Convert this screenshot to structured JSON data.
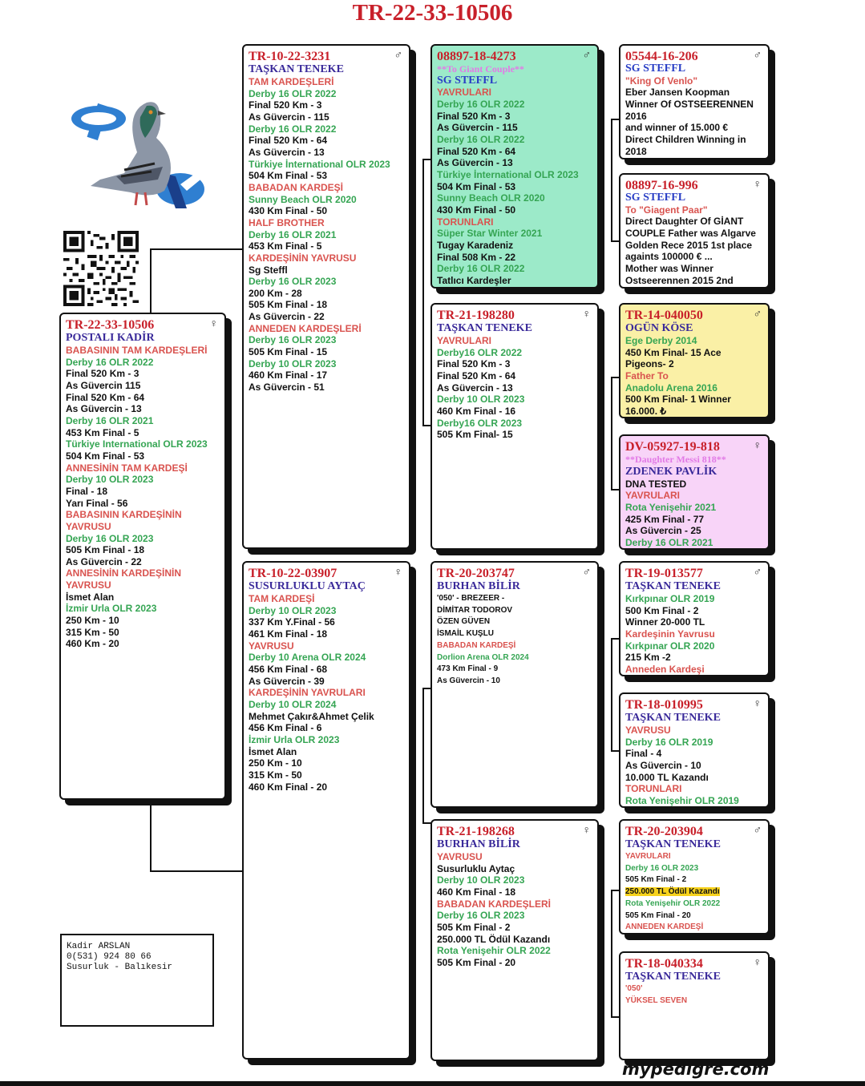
{
  "title": "TR-22-33-10506",
  "contact": [
    "Kadir ARSLAN",
    "0(531) 924 80 66",
    "Susurluk - Balıkesir"
  ],
  "footer": "mypedigre.com",
  "cards": [
    {
      "id": "subject",
      "ring": "TR-22-33-10506",
      "sex": "♀",
      "lines": [
        [
          "POSTALI KADİR",
          "blue"
        ],
        [
          "BABASININ TAM KARDEŞLERİ",
          "red"
        ],
        [
          "Derby 16 OLR 2022",
          "green"
        ],
        [
          "Final 520 Km - 3",
          "black"
        ],
        [
          "As Güvercin 115",
          "black"
        ],
        [
          "Final 520 Km - 64",
          "black"
        ],
        [
          "As Güvercin - 13",
          "black"
        ],
        [
          "Derby 16 OLR 2021",
          "green"
        ],
        [
          "453 Km Final - 5",
          "black"
        ],
        [
          "Türkiye International OLR 2023",
          "green"
        ],
        [
          "504 Km Final - 53",
          "black"
        ],
        [
          "ANNESİNİN TAM KARDEŞİ",
          "red"
        ],
        [
          "Derby 10 OLR 2023",
          "green"
        ],
        [
          "Final - 18",
          "black"
        ],
        [
          "Yarı Final - 56",
          "black"
        ],
        [
          "BABASININ KARDEŞİNİN",
          "red"
        ],
        [
          "YAVRUSU",
          "red"
        ],
        [
          "Derby 16 OLR 2023",
          "green"
        ],
        [
          "505 Km Final - 18",
          "black"
        ],
        [
          "As Güvercin - 22",
          "black"
        ],
        [
          "ANNESİNİN KARDEŞİNİN",
          "red"
        ],
        [
          "YAVRUSU",
          "red"
        ],
        [
          "İsmet Alan",
          "black"
        ],
        [
          "İzmir Urla OLR 2023",
          "green"
        ],
        [
          "250 Km - 10",
          "black"
        ],
        [
          "315 Km - 50",
          "black"
        ],
        [
          "460 Km - 20",
          "black"
        ]
      ]
    },
    {
      "id": "sire",
      "ring": "TR-10-22-3231",
      "sex": "♂",
      "lines": [
        [
          "TAŞKAN TENEKE",
          "blue"
        ],
        [
          "TAM KARDEŞLERİ",
          "red"
        ],
        [
          "Derby 16 OLR 2022",
          "green"
        ],
        [
          "Final 520 Km - 3",
          "black"
        ],
        [
          "As Güvercin - 115",
          "black"
        ],
        [
          "Derby 16 OLR 2022",
          "green"
        ],
        [
          "Final 520 Km - 64",
          "black"
        ],
        [
          "As Güvercin - 13",
          "black"
        ],
        [
          "Türkiye İnternational OLR 2023",
          "green"
        ],
        [
          "504 Km Final - 53",
          "black"
        ],
        [
          "BABADAN KARDEŞİ",
          "red"
        ],
        [
          "Sunny Beach OLR 2020",
          "green"
        ],
        [
          "430 Km Final - 50",
          "black"
        ],
        [
          "HALF BROTHER",
          "red"
        ],
        [
          "Derby 16 OLR 2021",
          "green"
        ],
        [
          "453 Km Final - 5",
          "black"
        ],
        [
          "KARDEŞİNİN YAVRUSU",
          "red"
        ],
        [
          "Sg Steffl",
          "black"
        ],
        [
          "Derby 16 OLR 2023",
          "green"
        ],
        [
          "200 Km - 28",
          "black"
        ],
        [
          "505 Km Final - 18",
          "black"
        ],
        [
          "As Güvercin - 22",
          "black"
        ],
        [
          "ANNEDEN KARDEŞLERİ",
          "red"
        ],
        [
          "Derby 16 OLR 2023",
          "green"
        ],
        [
          "505 Km Final - 15",
          "black"
        ],
        [
          "Derby 10 OLR 2023",
          "green"
        ],
        [
          "460 Km Final - 17",
          "black"
        ],
        [
          "As Güvercin - 51",
          "black"
        ]
      ]
    },
    {
      "id": "dam",
      "ring": "TR-10-22-03907",
      "sex": "♀",
      "lines": [
        [
          "SUSURLUKLU AYTAÇ",
          "blue"
        ],
        [
          "TAM KARDEŞİ",
          "red"
        ],
        [
          "Derby 10 OLR 2023",
          "green"
        ],
        [
          "337 Km Y.Final - 56",
          "black"
        ],
        [
          "461 Km Final - 18",
          "black"
        ],
        [
          "YAVRUSU",
          "red"
        ],
        [
          "Derby 10 Arena OLR 2024",
          "green"
        ],
        [
          "456 Km Final - 68",
          "black"
        ],
        [
          "As Güvercin - 39",
          "black"
        ],
        [
          "KARDEŞİNİN YAVRULARI",
          "red"
        ],
        [
          "Derby 10 OLR 2024",
          "green"
        ],
        [
          "Mehmet Çakır&Ahmet Çelik",
          "black"
        ],
        [
          "456 Km Final - 6",
          "black"
        ],
        [
          "İzmir Urla OLR 2023",
          "green"
        ],
        [
          "İsmet Alan",
          "black"
        ],
        [
          "250 Km - 10",
          "black"
        ],
        [
          "315 Km - 50",
          "black"
        ],
        [
          "460 Km Final - 20",
          "black"
        ]
      ]
    },
    {
      "id": "ss",
      "ring": "08897-18-4273",
      "sex": "♂",
      "lines": [
        [
          "**To Giant Couple**",
          "pink"
        ],
        [
          "SG STEFFL",
          "royal"
        ],
        [
          "YAVRULARI",
          "red"
        ],
        [
          "Derby 16 OLR 2022",
          "green"
        ],
        [
          "Final 520 Km - 3",
          "black"
        ],
        [
          "As Güvercin - 115",
          "black"
        ],
        [
          "Derby 16 OLR 2022",
          "green"
        ],
        [
          "Final 520 Km - 64",
          "black"
        ],
        [
          "As Güvercin - 13",
          "black"
        ],
        [
          "Türkiye İnternational OLR 2023",
          "green"
        ],
        [
          "504 Km Final - 53",
          "black"
        ],
        [
          "Sunny Beach OLR 2020",
          "green"
        ],
        [
          "430 Km Final - 50",
          "black"
        ],
        [
          "TORUNLARI",
          "red"
        ],
        [
          "Süper Star Winter 2021",
          "green"
        ],
        [
          "Tugay Karadeniz",
          "black"
        ],
        [
          "Final 508 Km - 22",
          "black"
        ],
        [
          "Derby 16 OLR 2022",
          "green"
        ],
        [
          "Tatlıcı Kardeşler",
          "black"
        ]
      ]
    },
    {
      "id": "sd",
      "ring": "TR-21-198280",
      "sex": "♀",
      "lines": [
        [
          "TAŞKAN TENEKE",
          "blue"
        ],
        [
          "YAVRULARI",
          "red"
        ],
        [
          "Derby16 OLR 2022",
          "green"
        ],
        [
          "Final 520 Km - 3",
          "black"
        ],
        [
          "Final 520 Km - 64",
          "black"
        ],
        [
          "As Güvercin - 13",
          "black"
        ],
        [
          "Derby 10 OLR 2023",
          "green"
        ],
        [
          "460 Km Final - 16",
          "black"
        ],
        [
          "Derby16 OLR 2023",
          "green"
        ],
        [
          "505 Km Final- 15",
          "black"
        ]
      ]
    },
    {
      "id": "ds",
      "ring": "TR-20-203747",
      "sex": "♂",
      "lines": [
        [
          "BURHAN BİLİR",
          "blue"
        ],
        [
          "'050' - BREZEER -",
          "s-black"
        ],
        [
          "DİMİTAR TODOROV",
          "s-black"
        ],
        [
          "ÖZEN GÜVEN",
          "s-black"
        ],
        [
          "İSMAİL KUŞLU",
          "s-black"
        ],
        [
          "BABADAN KARDEŞİ",
          "s-red"
        ],
        [
          "Dorlion Arena OLR 2024",
          "s-green"
        ],
        [
          "473 Km Final - 9",
          "s-black"
        ],
        [
          "As Güvercin - 10",
          "s-black"
        ]
      ]
    },
    {
      "id": "dd",
      "ring": "TR-21-198268",
      "sex": "♀",
      "lines": [
        [
          "BURHAN BİLİR",
          "blue"
        ],
        [
          "YAVRUSU",
          "red"
        ],
        [
          "Susurluklu Aytaç",
          "black"
        ],
        [
          "Derby 10 OLR 2023",
          "green"
        ],
        [
          "460 Km Final - 18",
          "black"
        ],
        [
          "BABADAN KARDEŞLERİ",
          "red"
        ],
        [
          "Derby 16 OLR 2023",
          "green"
        ],
        [
          "505 Km Final - 2",
          "black"
        ],
        [
          "250.000 TL Ödül Kazandı",
          "black"
        ],
        [
          "Rota Yenişehir OLR 2022",
          "green"
        ],
        [
          "505 Km Final - 20",
          "black"
        ]
      ]
    },
    {
      "id": "sss",
      "ring": "05544-16-206",
      "sex": "♂",
      "lines": [
        [
          "SG STEFFL",
          "royal"
        ],
        [
          "\"King Of Venlo\"",
          "red"
        ],
        [
          "Eber Jansen Koopman",
          "black"
        ],
        [
          "Winner Of OSTSEERENNEN",
          "black"
        ],
        [
          "2016",
          "black"
        ],
        [
          "and winner of 15.000 €",
          "black"
        ],
        [
          "Direct Children Winning in",
          "black"
        ],
        [
          "2018",
          "black"
        ]
      ]
    },
    {
      "id": "ssd",
      "ring": "08897-16-996",
      "sex": "♀",
      "lines": [
        [
          "SG STEFFL",
          "royal"
        ],
        [
          "To \"Giagent Paar\"",
          "red"
        ],
        [
          "Direct Daughter Of GİANT",
          "black"
        ],
        [
          "COUPLE Father was Algarve",
          "black"
        ],
        [
          "Golden Rece 2015 1st place",
          "black"
        ],
        [
          "againts 100000 € ...",
          "black"
        ],
        [
          "Mother was Winner",
          "black"
        ],
        [
          "Ostseerennen 2015 2nd",
          "black"
        ]
      ]
    },
    {
      "id": "sds",
      "ring": "TR-14-040050",
      "sex": "♂",
      "lines": [
        [
          "OGÜN KÖSE",
          "blue"
        ],
        [
          "Ege Derby 2014",
          "green"
        ],
        [
          "450 Km Final- 15  Ace",
          "black"
        ],
        [
          "Pigeons- 2",
          "black"
        ],
        [
          "Father To",
          "red"
        ],
        [
          "Anadolu Arena 2016",
          "green"
        ],
        [
          "500 Km Final- 1 Winner",
          "black"
        ],
        [
          "16.000. ₺",
          "black"
        ]
      ]
    },
    {
      "id": "sdd",
      "ring": "DV-05927-19-818",
      "sex": "♀",
      "lines": [
        [
          "**Daughter Messi 818**",
          "pink"
        ],
        [
          "ZDENEK PAVLİK",
          "blue"
        ],
        [
          "DNA TESTED",
          "black"
        ],
        [
          "YAVRULARI",
          "red"
        ],
        [
          "Rota Yenişehir 2021",
          "green"
        ],
        [
          "425 Km Final - 77",
          "black"
        ],
        [
          "As Güvercin - 25",
          "black"
        ],
        [
          "Derby 16 OLR 2021",
          "green"
        ]
      ]
    },
    {
      "id": "dss",
      "ring": "TR-19-013577",
      "sex": "♂",
      "lines": [
        [
          "TAŞKAN TENEKE",
          "blue"
        ],
        [
          "Kırkpınar OLR 2019",
          "green"
        ],
        [
          "500 Km Final - 2",
          "black"
        ],
        [
          "Winner 20-000 TL",
          "black"
        ],
        [
          "Kardeşinin Yavrusu",
          "red"
        ],
        [
          "Kırkpınar OLR 2020",
          "green"
        ],
        [
          "215 Km -2",
          "black"
        ],
        [
          "Anneden Kardeşi",
          "red"
        ]
      ]
    },
    {
      "id": "dsd",
      "ring": "TR-18-010995",
      "sex": "♀",
      "lines": [
        [
          "TAŞKAN TENEKE",
          "blue"
        ],
        [
          "YAVRUSU",
          "red"
        ],
        [
          "Derby 16 OLR 2019",
          "green"
        ],
        [
          "Final - 4",
          "black"
        ],
        [
          "As Güvercin - 10",
          "black"
        ],
        [
          "10.000 TL Kazandı",
          "black"
        ],
        [
          "TORUNLARI",
          "red"
        ],
        [
          "Rota Yenişehir OLR 2019",
          "green"
        ]
      ]
    },
    {
      "id": "dds",
      "ring": "TR-20-203904",
      "sex": "♂",
      "lines": [
        [
          "TAŞKAN TENEKE",
          "blue"
        ],
        [
          "YAVRULARI",
          "s-red"
        ],
        [
          "Derby 16 OLR  2023",
          "s-green"
        ],
        [
          "505 Km Final - 2",
          "s-black"
        ],
        [
          "250.000 TL Ödül Kazandı",
          "s-hl"
        ],
        [
          "Rota Yenişehir OLR 2022",
          "s-green"
        ],
        [
          "505 Km Final - 20",
          "s-black"
        ],
        [
          "ANNEDEN KARDEŞİ",
          "s-red"
        ]
      ]
    },
    {
      "id": "ddd",
      "ring": "TR-18-040334",
      "sex": "♀",
      "lines": [
        [
          "TAŞKAN TENEKE",
          "blue"
        ],
        [
          "'050'",
          "s-red"
        ],
        [
          "YÜKSEL SEVEN",
          "s-red"
        ]
      ]
    }
  ]
}
